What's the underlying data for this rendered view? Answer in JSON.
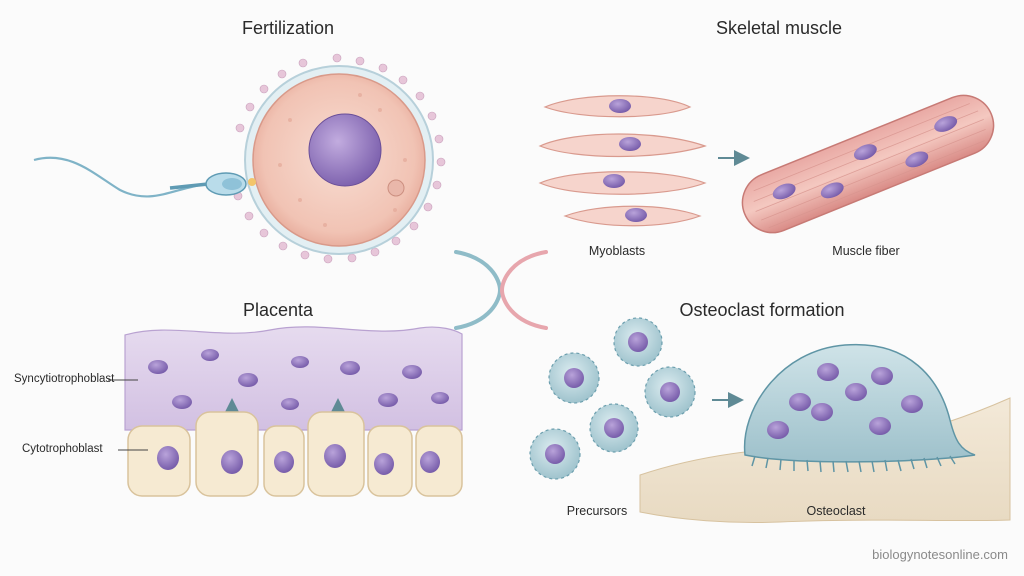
{
  "panels": {
    "fertilization": {
      "title": "Fertilization"
    },
    "skeletal_muscle": {
      "title": "Skeletal muscle",
      "left_label": "Myoblasts",
      "right_label": "Muscle fiber"
    },
    "placenta": {
      "title": "Placenta",
      "layer_top": "Syncytiotrophoblast",
      "layer_bottom": "Cytotrophoblast"
    },
    "osteoclast": {
      "title": "Osteoclast formation",
      "left_label": "Precursors",
      "right_label": "Osteoclast"
    }
  },
  "watermark": "biologynotesonline.com",
  "colors": {
    "cytoplasm_pink": "#f3c9bd",
    "nucleus_purple": "#9a80c4",
    "syncytium_lavender": "#d9cbe6",
    "precursor_teal": "#b9d6dd",
    "bone": "#efe3d0",
    "arrow": "#5f8a95"
  }
}
